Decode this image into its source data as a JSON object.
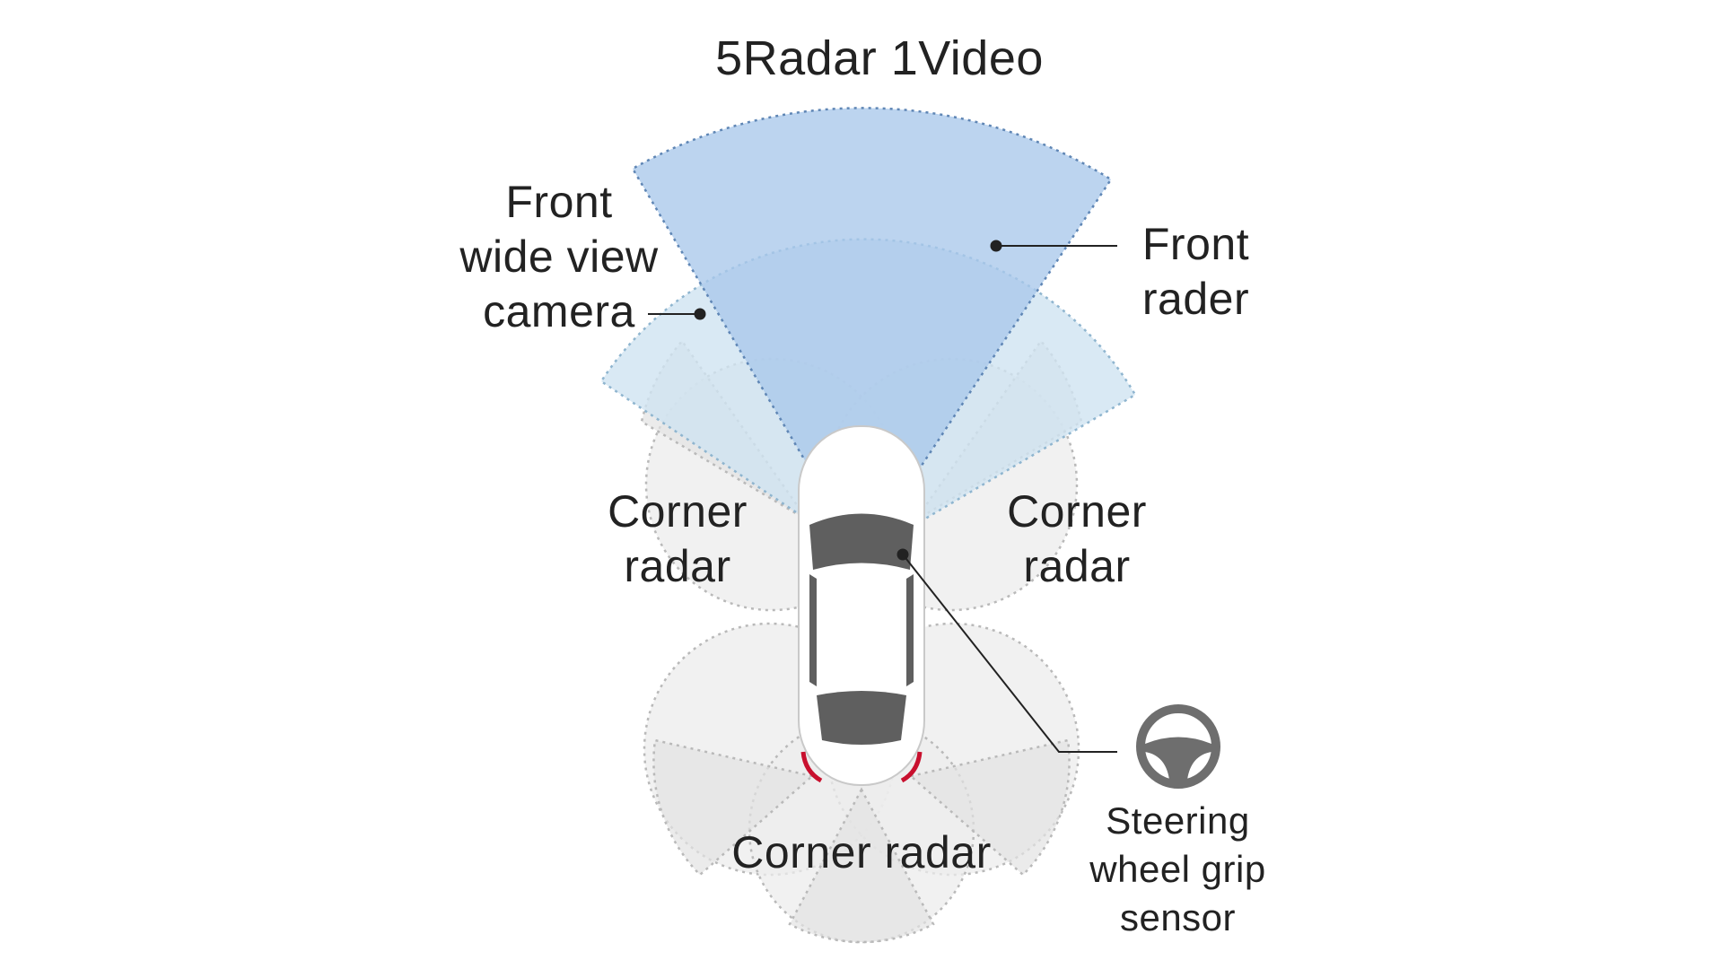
{
  "title": "5Radar 1Video",
  "labels": {
    "front_camera": [
      "Front",
      "wide view",
      "camera"
    ],
    "front_radar": [
      "Front",
      "rader"
    ],
    "corner_radar_left": [
      "Corner",
      "radar"
    ],
    "corner_radar_right": [
      "Corner",
      "radar"
    ],
    "corner_radar_rear": "Corner radar",
    "steering_sensor": [
      "Steering",
      "wheel grip",
      "sensor"
    ]
  },
  "icons": {
    "steering": "steering-wheel-icon",
    "car": "car-top-view"
  },
  "colors": {
    "front_radar_fill": "#a9c8ea",
    "front_radar_edge": "#5f86b5",
    "camera_fill": "#cfe3f1",
    "corner_fill": "#ececec",
    "corner_edge": "#b9b9b9",
    "car_body": "#ffffff",
    "car_glass": "#5f5f5f",
    "tail_light": "#c8102e",
    "steering_icon": "#6e6e6e",
    "text": "#222222"
  }
}
